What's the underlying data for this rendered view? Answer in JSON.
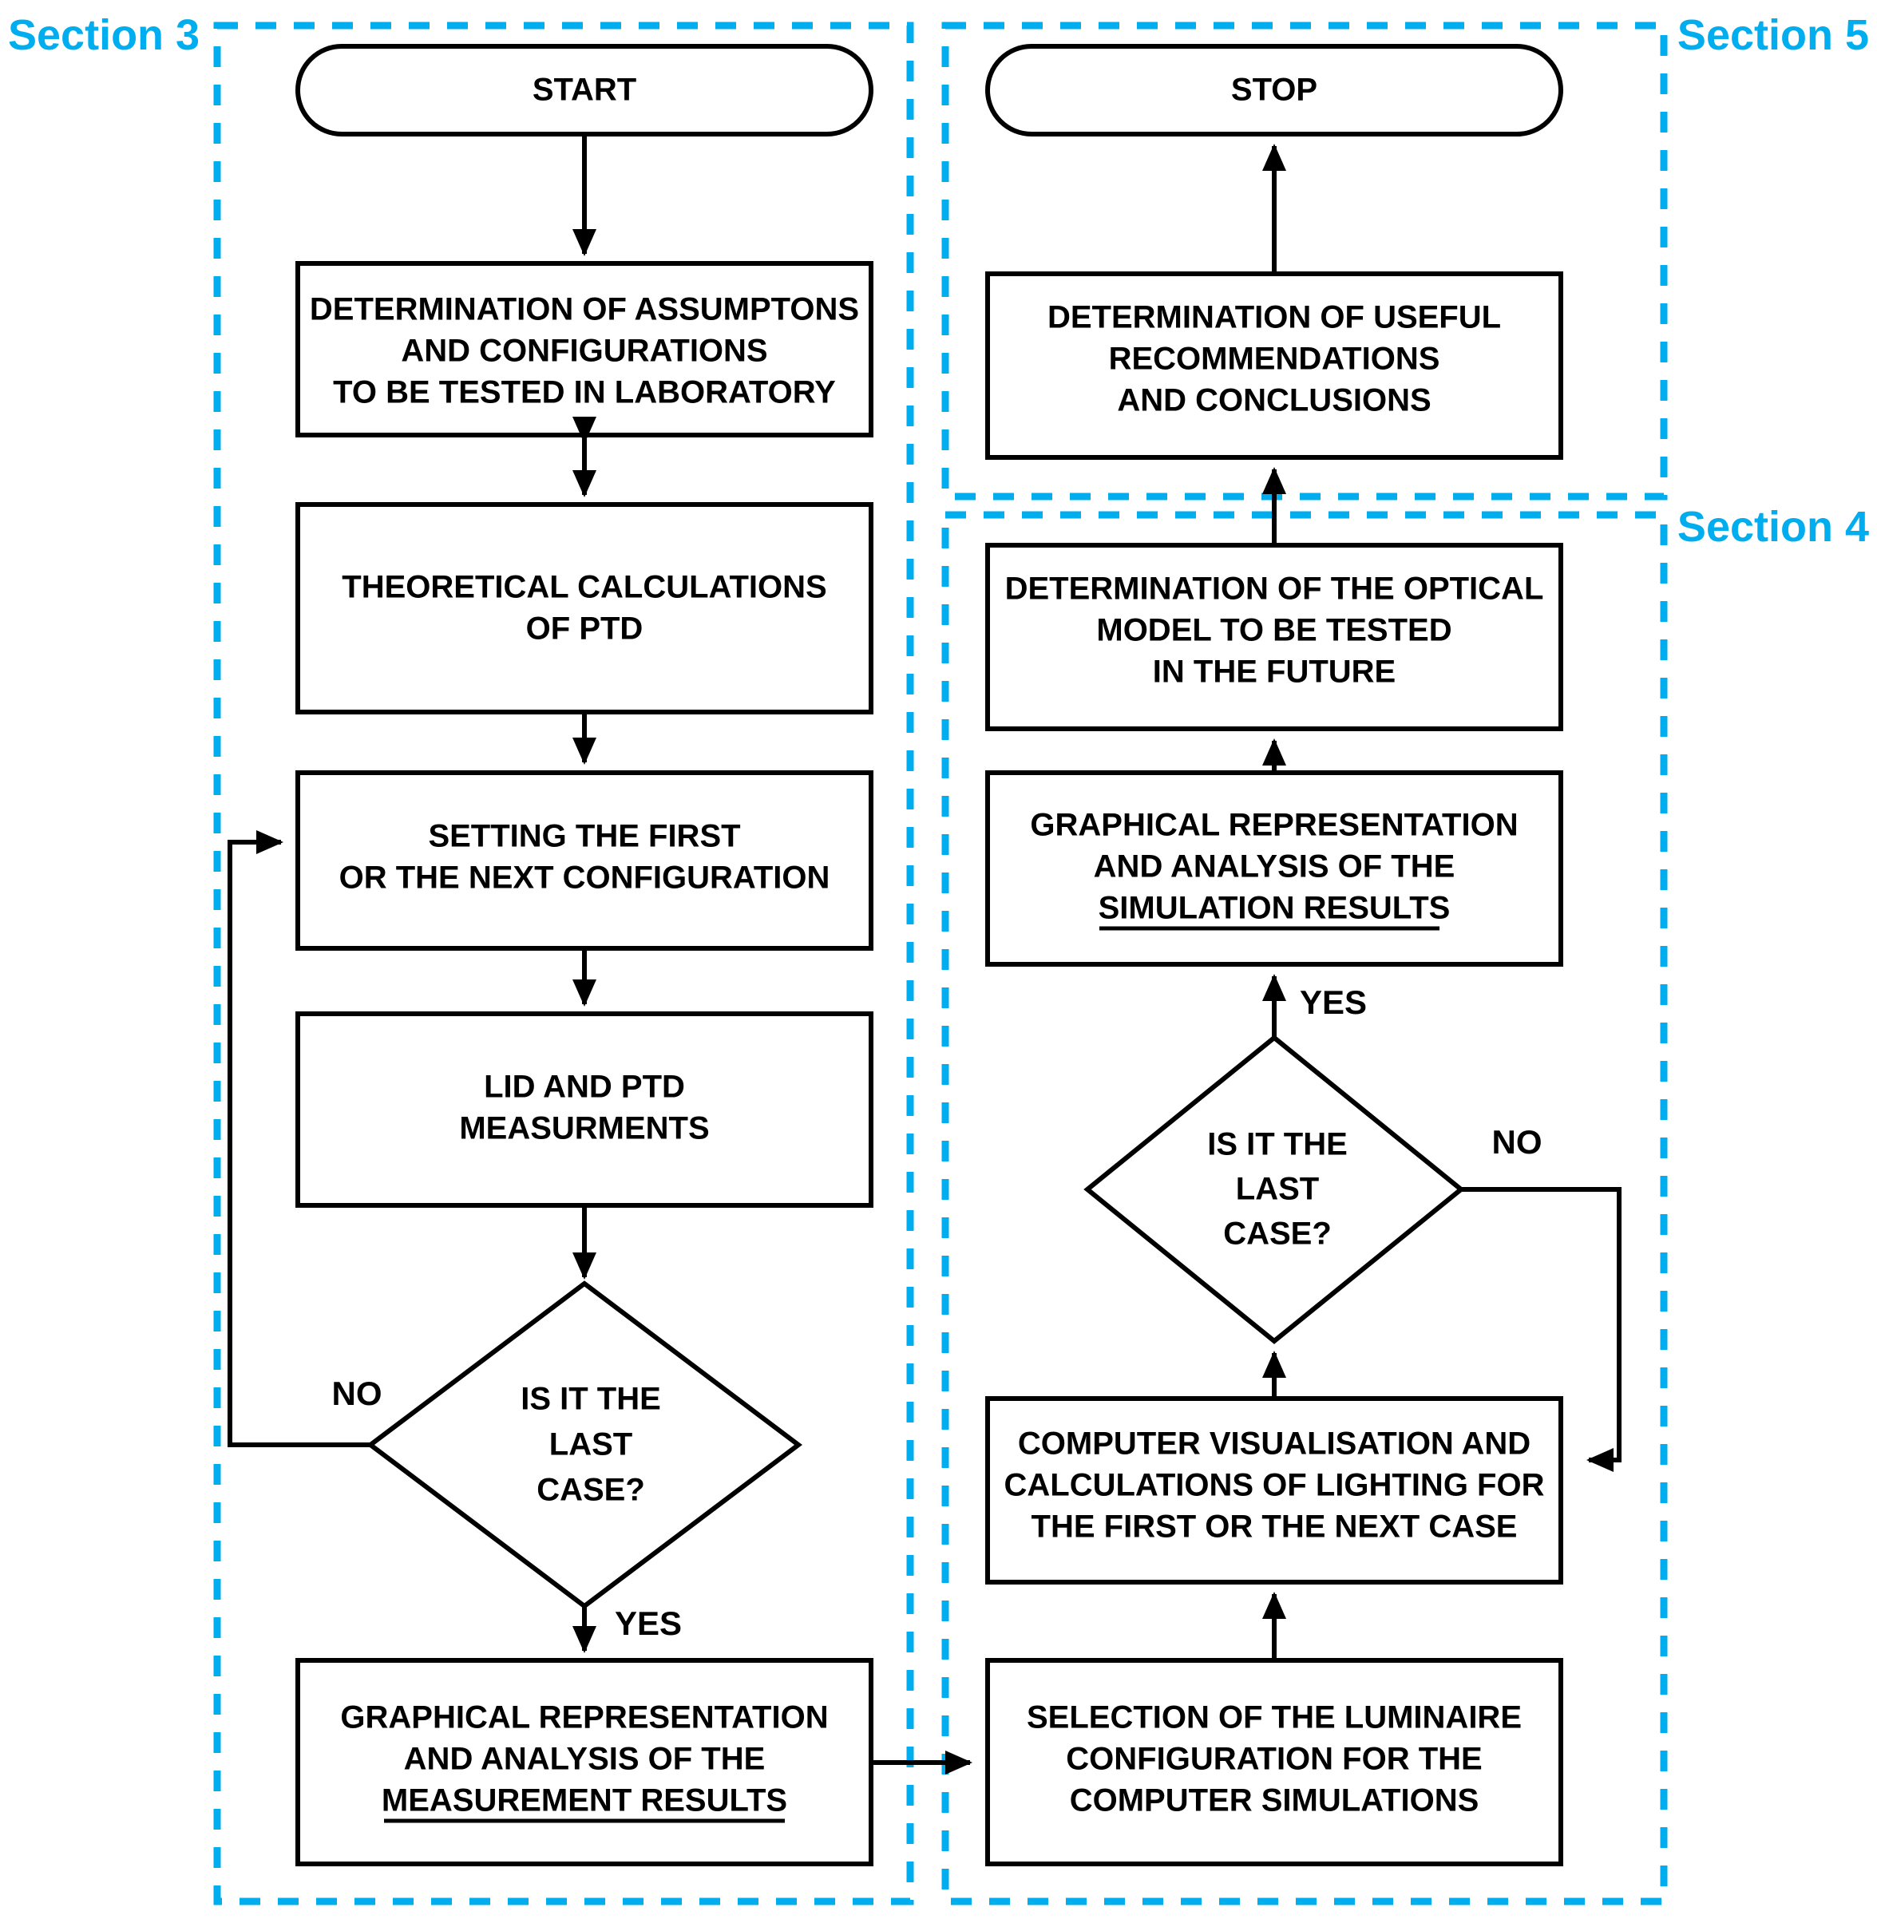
{
  "diagram": {
    "title": "Research methodology flowchart",
    "accent_color": "#00AEEF",
    "line_color": "#000000",
    "background": "#FFFFFF"
  },
  "sections": [
    {
      "id": "section-3",
      "label": "Section 3"
    },
    {
      "id": "section-5",
      "label": "Section 5"
    },
    {
      "id": "section-4",
      "label": "Section 4"
    }
  ],
  "nodes": {
    "start": {
      "type": "terminator",
      "label": "START"
    },
    "stop": {
      "type": "terminator",
      "label": "STOP"
    },
    "assumptions": {
      "type": "process",
      "lines": [
        "DETERMINATION OF ASSUMPTONS",
        "AND CONFIGURATIONS",
        "TO BE TESTED IN LABORATORY"
      ]
    },
    "theoretical": {
      "type": "process",
      "lines": [
        "THEORETICAL CALCULATIONS",
        "OF PTD"
      ]
    },
    "setting": {
      "type": "process",
      "lines": [
        "SETTING THE FIRST",
        "OR THE NEXT CONFIGURATION"
      ]
    },
    "measurements": {
      "type": "process",
      "lines": [
        "LID AND PTD",
        "MEASURMENTS"
      ]
    },
    "decision_left": {
      "type": "decision",
      "lines": [
        "IS IT THE",
        "LAST",
        "CASE?"
      ]
    },
    "graph_measurement": {
      "type": "process",
      "lines": [
        "GRAPHICAL REPRESENTATION",
        "AND ANALYSIS OF THE",
        "MEASUREMENT RESULTS"
      ],
      "underlined_line_index": 2
    },
    "selection": {
      "type": "process",
      "lines": [
        "SELECTION OF THE LUMINAIRE",
        "CONFIGURATION FOR THE",
        "COMPUTER SIMULATIONS"
      ]
    },
    "computer_vis": {
      "type": "process",
      "lines": [
        "COMPUTER VISUALISATION AND",
        "CALCULATIONS OF LIGHTING FOR",
        "THE FIRST OR THE NEXT CASE"
      ]
    },
    "decision_right": {
      "type": "decision",
      "lines": [
        "IS IT THE",
        "LAST",
        "CASE?"
      ]
    },
    "graph_simulation": {
      "type": "process",
      "lines": [
        "GRAPHICAL REPRESENTATION",
        "AND ANALYSIS OF THE",
        "SIMULATION RESULTS"
      ],
      "underlined_line_index": 2
    },
    "optical_model": {
      "type": "process",
      "lines": [
        "DETERMINATION OF THE OPTICAL",
        "MODEL TO BE TESTED",
        "IN THE FUTURE"
      ]
    },
    "recommendations": {
      "type": "process",
      "lines": [
        "DETERMINATION OF USEFUL",
        "RECOMMENDATIONS",
        "AND CONCLUSIONS"
      ]
    }
  },
  "edge_labels": {
    "left_no": "NO",
    "left_yes": "YES",
    "right_no": "NO",
    "right_yes": "YES"
  }
}
